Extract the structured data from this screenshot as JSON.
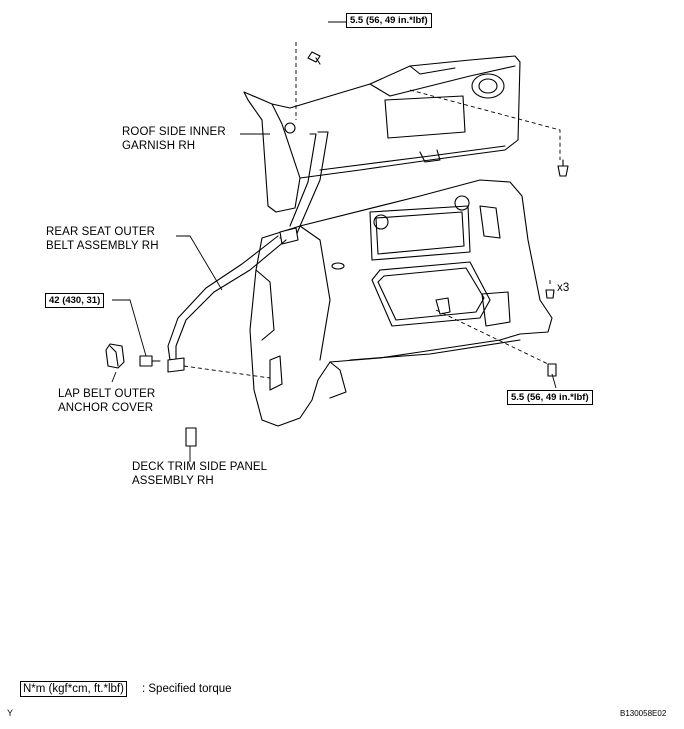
{
  "labels": {
    "roof_side": "ROOF SIDE INNER\nGARNISH RH",
    "rear_seat": "REAR SEAT OUTER\nBELT ASSEMBLY RH",
    "lap_belt": "LAP BELT OUTER\nANCHOR COVER",
    "deck_trim": "DECK TRIM SIDE PANEL\nASSEMBLY RH"
  },
  "torque": {
    "top": "5.5 (56, 49 in.*lbf)",
    "right": "5.5 (56, 49 in.*lbf)",
    "left": "42 (430, 31)"
  },
  "quantity": "x3",
  "legend": {
    "unit": "N*m (kgf*cm, ft.*lbf)",
    "text": ": Specified torque"
  },
  "corner_letter": "Y",
  "figure_code": "B130058E02"
}
